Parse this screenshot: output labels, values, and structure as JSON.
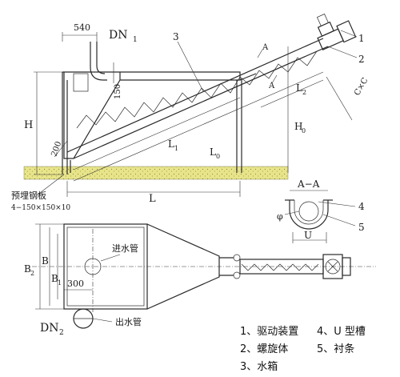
{
  "labels": {
    "dim_540": "540",
    "dn1": "DN",
    "dn1_sub": "1",
    "dim_150": "150",
    "dim_200": "200",
    "label_H": "H",
    "label_H0": "H",
    "label_H0_sub": "0",
    "label_L": "L",
    "label_L0": "L",
    "label_L0_sub": "0",
    "label_L1": "L",
    "label_L1_sub": "1",
    "label_L2": "L",
    "label_L2_sub": "2",
    "label_A_top": "A",
    "label_A_bottom": "A",
    "label_CxC": "C×C",
    "embedded_plate": "预埋钢板",
    "embedded_plate_spec": "4−150×150×10",
    "section_AA": "A−A",
    "label_phi": "φ",
    "label_U": "U",
    "label_B2": "B",
    "label_B2_sub": "2",
    "label_B": "B",
    "label_B1": "B",
    "label_B1_sub": "1",
    "dim_300": "300",
    "inlet_pipe": "进水管",
    "outlet_pipe": "出水管",
    "dn2": "DN",
    "dn2_sub": "2"
  },
  "callouts": [
    "1",
    "2",
    "3",
    "4",
    "5"
  ],
  "legend": [
    "1、驱动装置",
    "2、螺旋体",
    "3、水箱",
    "4、U 型槽",
    "5、衬条"
  ]
}
